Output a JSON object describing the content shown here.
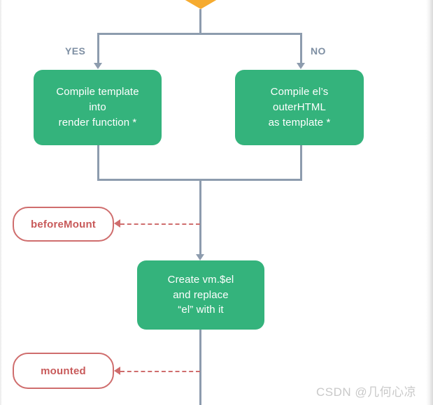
{
  "diagram": {
    "title": "Vue lifecycle mount phase flowchart",
    "colors": {
      "process_fill": "#34b37c",
      "process_text": "#ffffff",
      "connector": "#8d9cae",
      "hook_border": "#cf6d6d",
      "hook_text": "#c85a5a",
      "decision_fill": "#f6ab30",
      "background": "#ffffff",
      "watermark": "#c9c9c9"
    },
    "decision": {
      "name": "decision-diamond-tip",
      "shape": "diamond-bottom-tip"
    },
    "branch_labels": [
      {
        "label": "YES",
        "side": "left"
      },
      {
        "label": "NO",
        "side": "right"
      }
    ],
    "process_boxes": [
      {
        "id": "compile-template",
        "lines": [
          "Compile template",
          "into",
          "render function *"
        ]
      },
      {
        "id": "compile-outerhtml",
        "lines": [
          "Compile el’s",
          "outerHTML",
          "as template *"
        ]
      },
      {
        "id": "create-vm-el",
        "lines": [
          "Create vm.$el",
          "and replace",
          "“el” with it"
        ]
      }
    ],
    "hooks": [
      {
        "id": "beforemount",
        "label": "beforeMount"
      },
      {
        "id": "mounted",
        "label": "mounted"
      }
    ]
  },
  "watermark": {
    "text": "CSDN @几何心凉"
  }
}
